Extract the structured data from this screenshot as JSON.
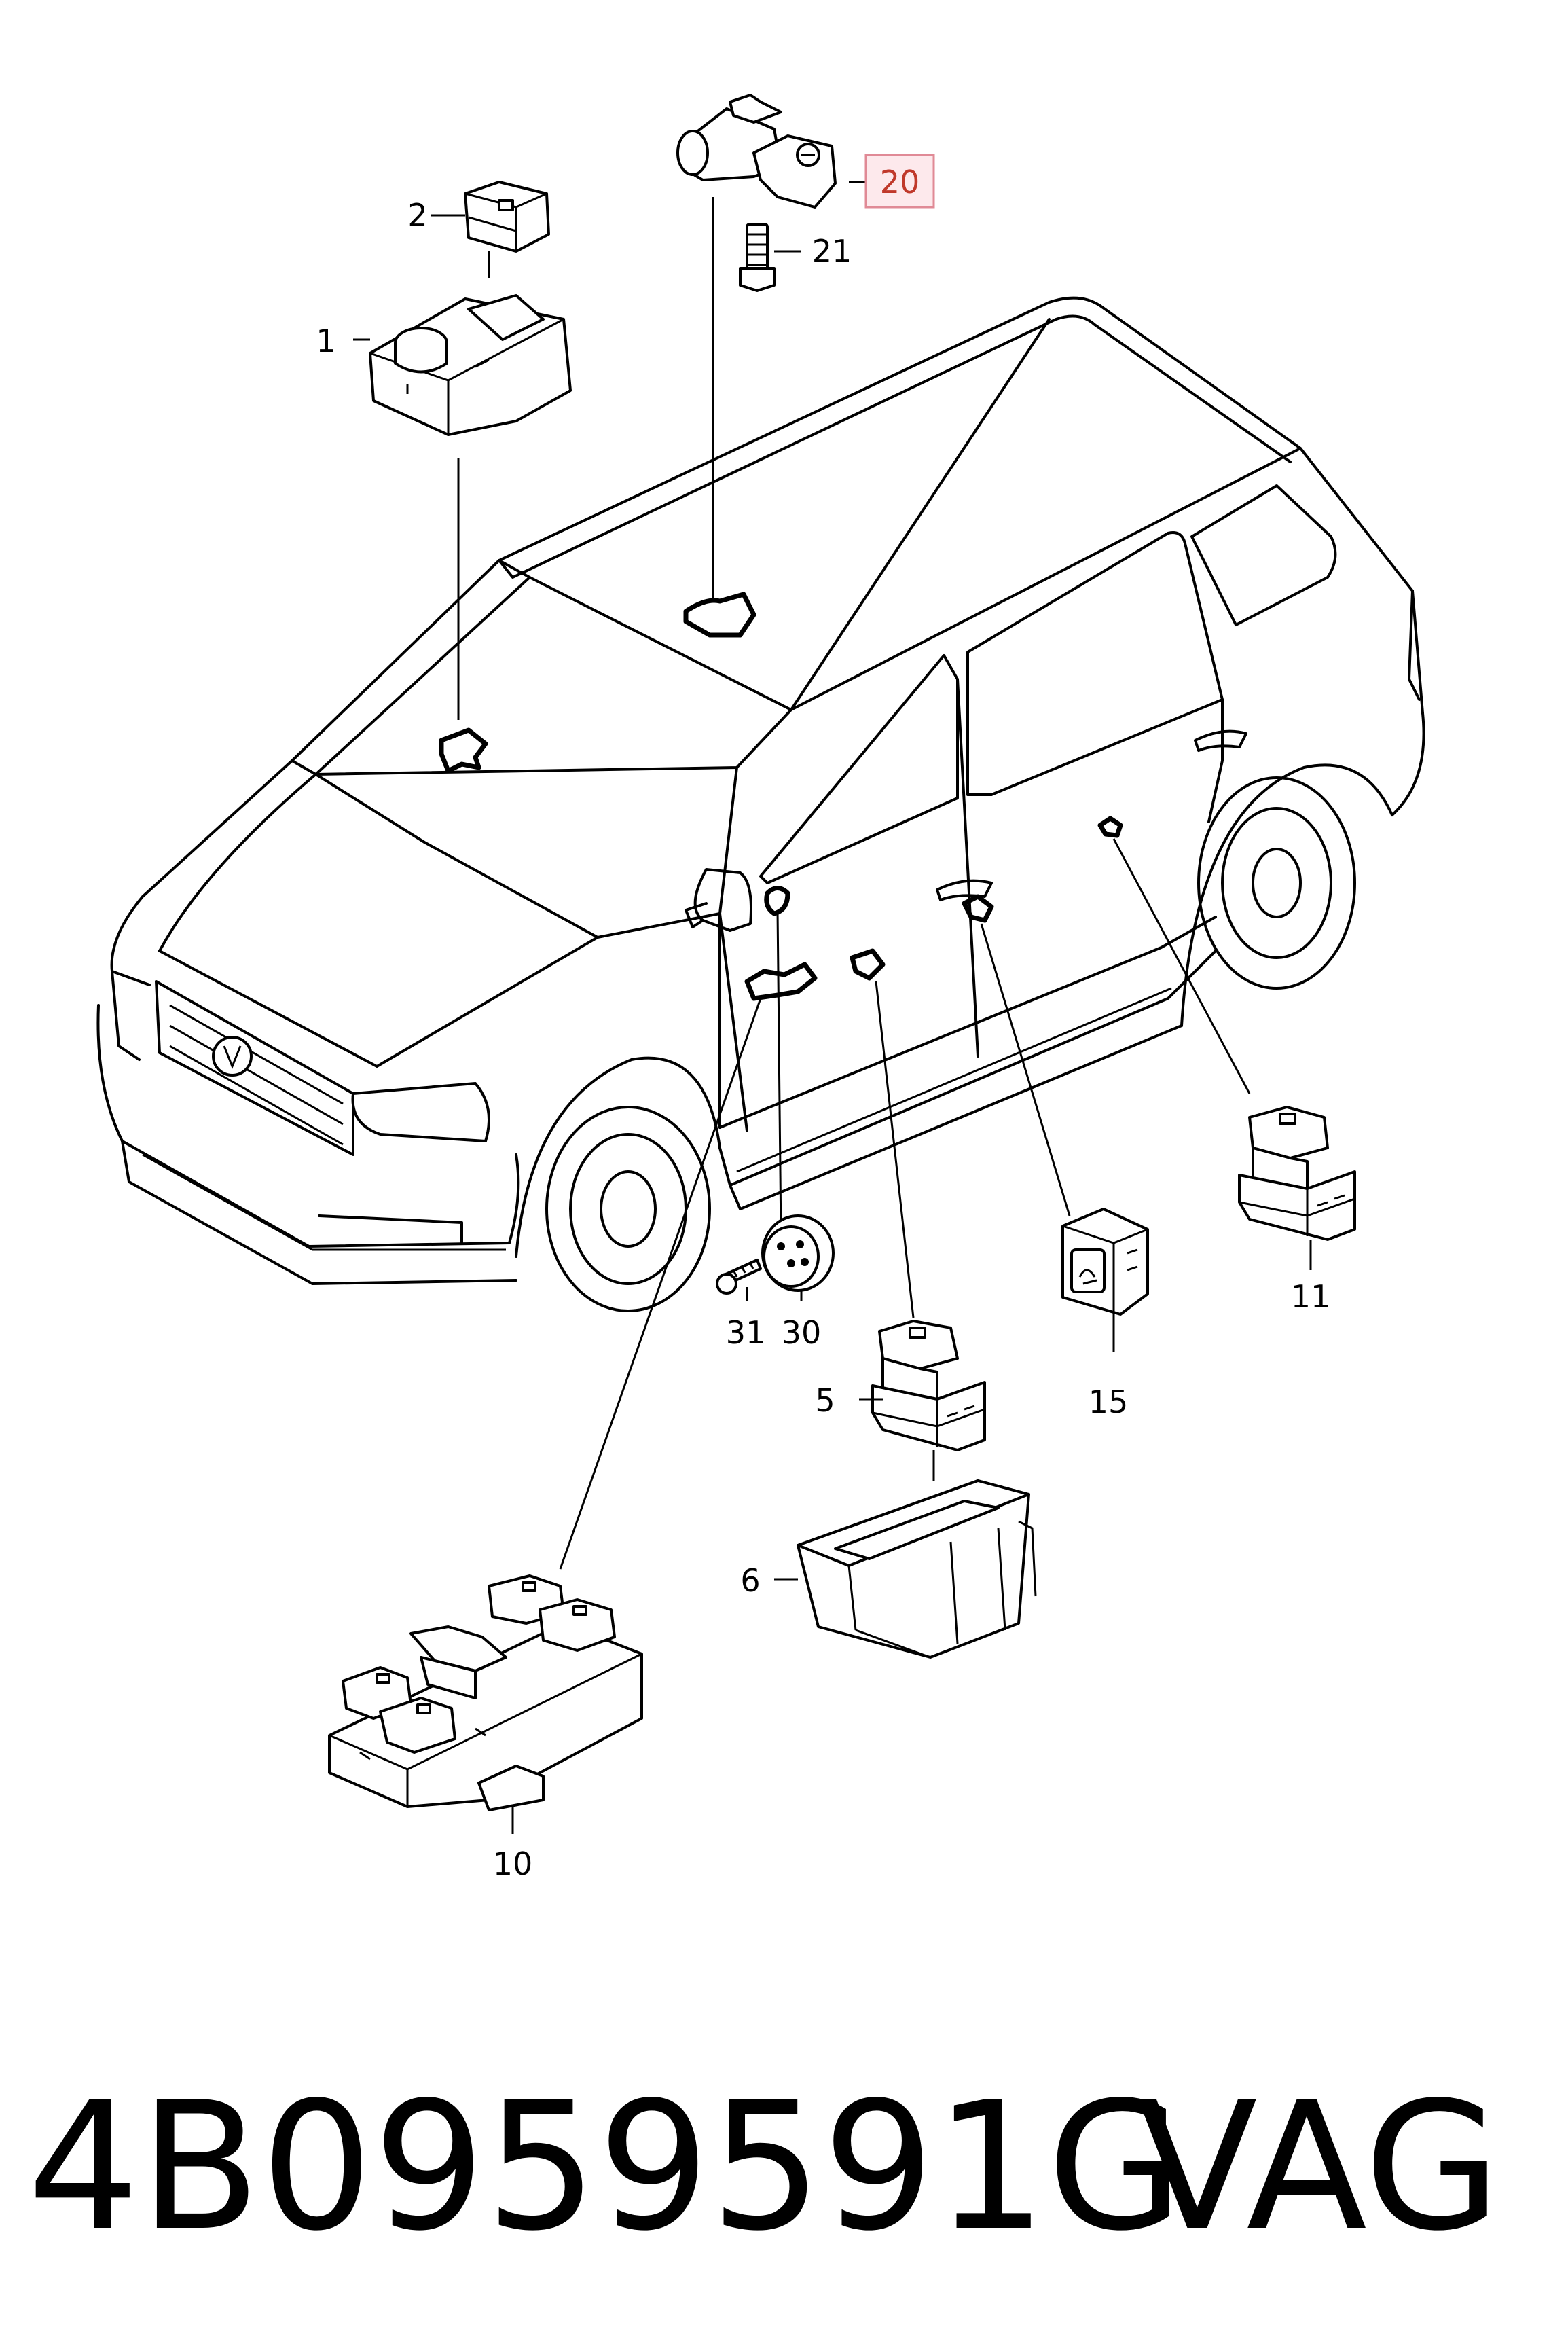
{
  "callouts": {
    "c1": "1",
    "c2": "2",
    "c5": "5",
    "c6": "6",
    "c10": "10",
    "c11": "11",
    "c15": "15",
    "c20": "20",
    "c21": "21",
    "c30": "30",
    "c31": "31"
  },
  "highlighted_callout": "20",
  "colors": {
    "highlight_fill": "#fde9ec",
    "highlight_border": "#e08a96",
    "highlight_text": "#c0392b"
  },
  "footer": {
    "part_number": "4B0959591G",
    "brand": "VAG"
  }
}
